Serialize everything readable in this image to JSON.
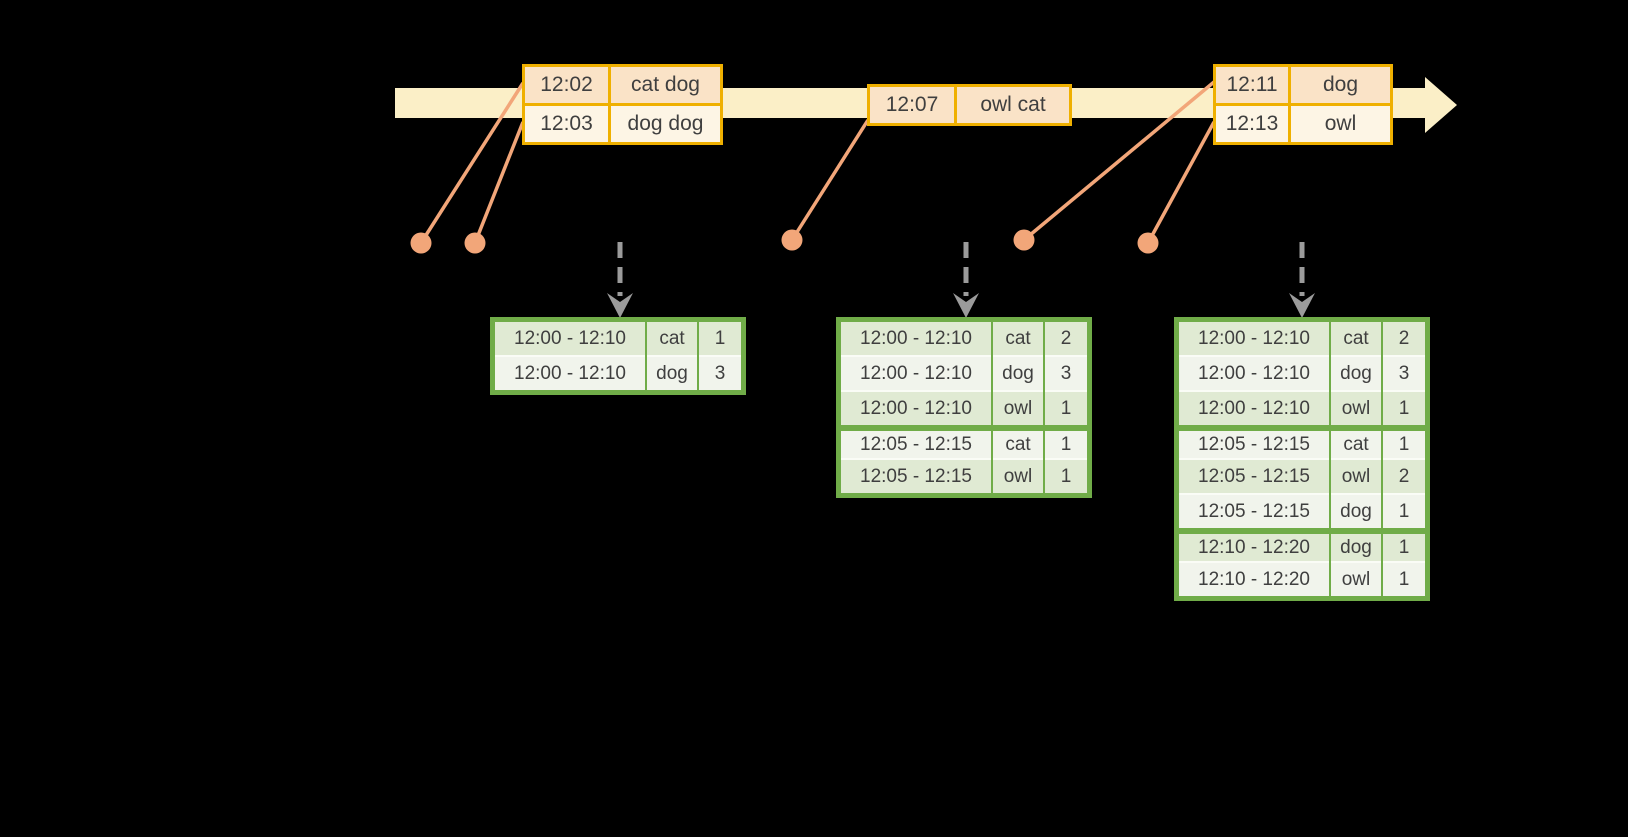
{
  "colors": {
    "background": "#000000",
    "timeline_fill": "#FBEFC7",
    "gold_border": "#EFB000",
    "peach": "#FAE3C7",
    "cream": "#FDF5E5",
    "salmon": "#F2A679",
    "gray_arrow": "#9B9B9B",
    "green_border": "#70AC48",
    "green_row": "#E0EAD3",
    "white_row": "#F1F4EC",
    "row_divider": "#FAFCF6",
    "text": "#3F3F3F"
  },
  "event_stream": {
    "tables": [
      {
        "rows": [
          [
            "12:02",
            "cat dog"
          ],
          [
            "12:03",
            "dog dog"
          ]
        ]
      },
      {
        "rows": [
          [
            "12:07",
            "owl cat"
          ]
        ]
      },
      {
        "rows": [
          [
            "12:11",
            "dog"
          ],
          [
            "12:13",
            "owl"
          ]
        ]
      }
    ],
    "event_dot_count": 5
  },
  "result_tables": [
    {
      "group_sizes": [
        2
      ],
      "rows": [
        [
          "12:00 - 12:10",
          "cat",
          "1"
        ],
        [
          "12:00 - 12:10",
          "dog",
          "3"
        ]
      ]
    },
    {
      "group_sizes": [
        3,
        2
      ],
      "rows": [
        [
          "12:00 - 12:10",
          "cat",
          "2"
        ],
        [
          "12:00 - 12:10",
          "dog",
          "3"
        ],
        [
          "12:00 - 12:10",
          "owl",
          "1"
        ],
        [
          "12:05 - 12:15",
          "cat",
          "1"
        ],
        [
          "12:05 - 12:15",
          "owl",
          "1"
        ]
      ]
    },
    {
      "group_sizes": [
        3,
        3,
        2
      ],
      "rows": [
        [
          "12:00 - 12:10",
          "cat",
          "2"
        ],
        [
          "12:00 - 12:10",
          "dog",
          "3"
        ],
        [
          "12:00 - 12:10",
          "owl",
          "1"
        ],
        [
          "12:05 - 12:15",
          "cat",
          "1"
        ],
        [
          "12:05 - 12:15",
          "owl",
          "2"
        ],
        [
          "12:05 - 12:15",
          "dog",
          "1"
        ],
        [
          "12:10 - 12:20",
          "dog",
          "1"
        ],
        [
          "12:10 - 12:20",
          "owl",
          "1"
        ]
      ]
    }
  ],
  "icons": {
    "timeline_arrow": "right-arrow",
    "trigger_arrow": "dashed-down-arrow",
    "event_dot": "filled-circle"
  }
}
